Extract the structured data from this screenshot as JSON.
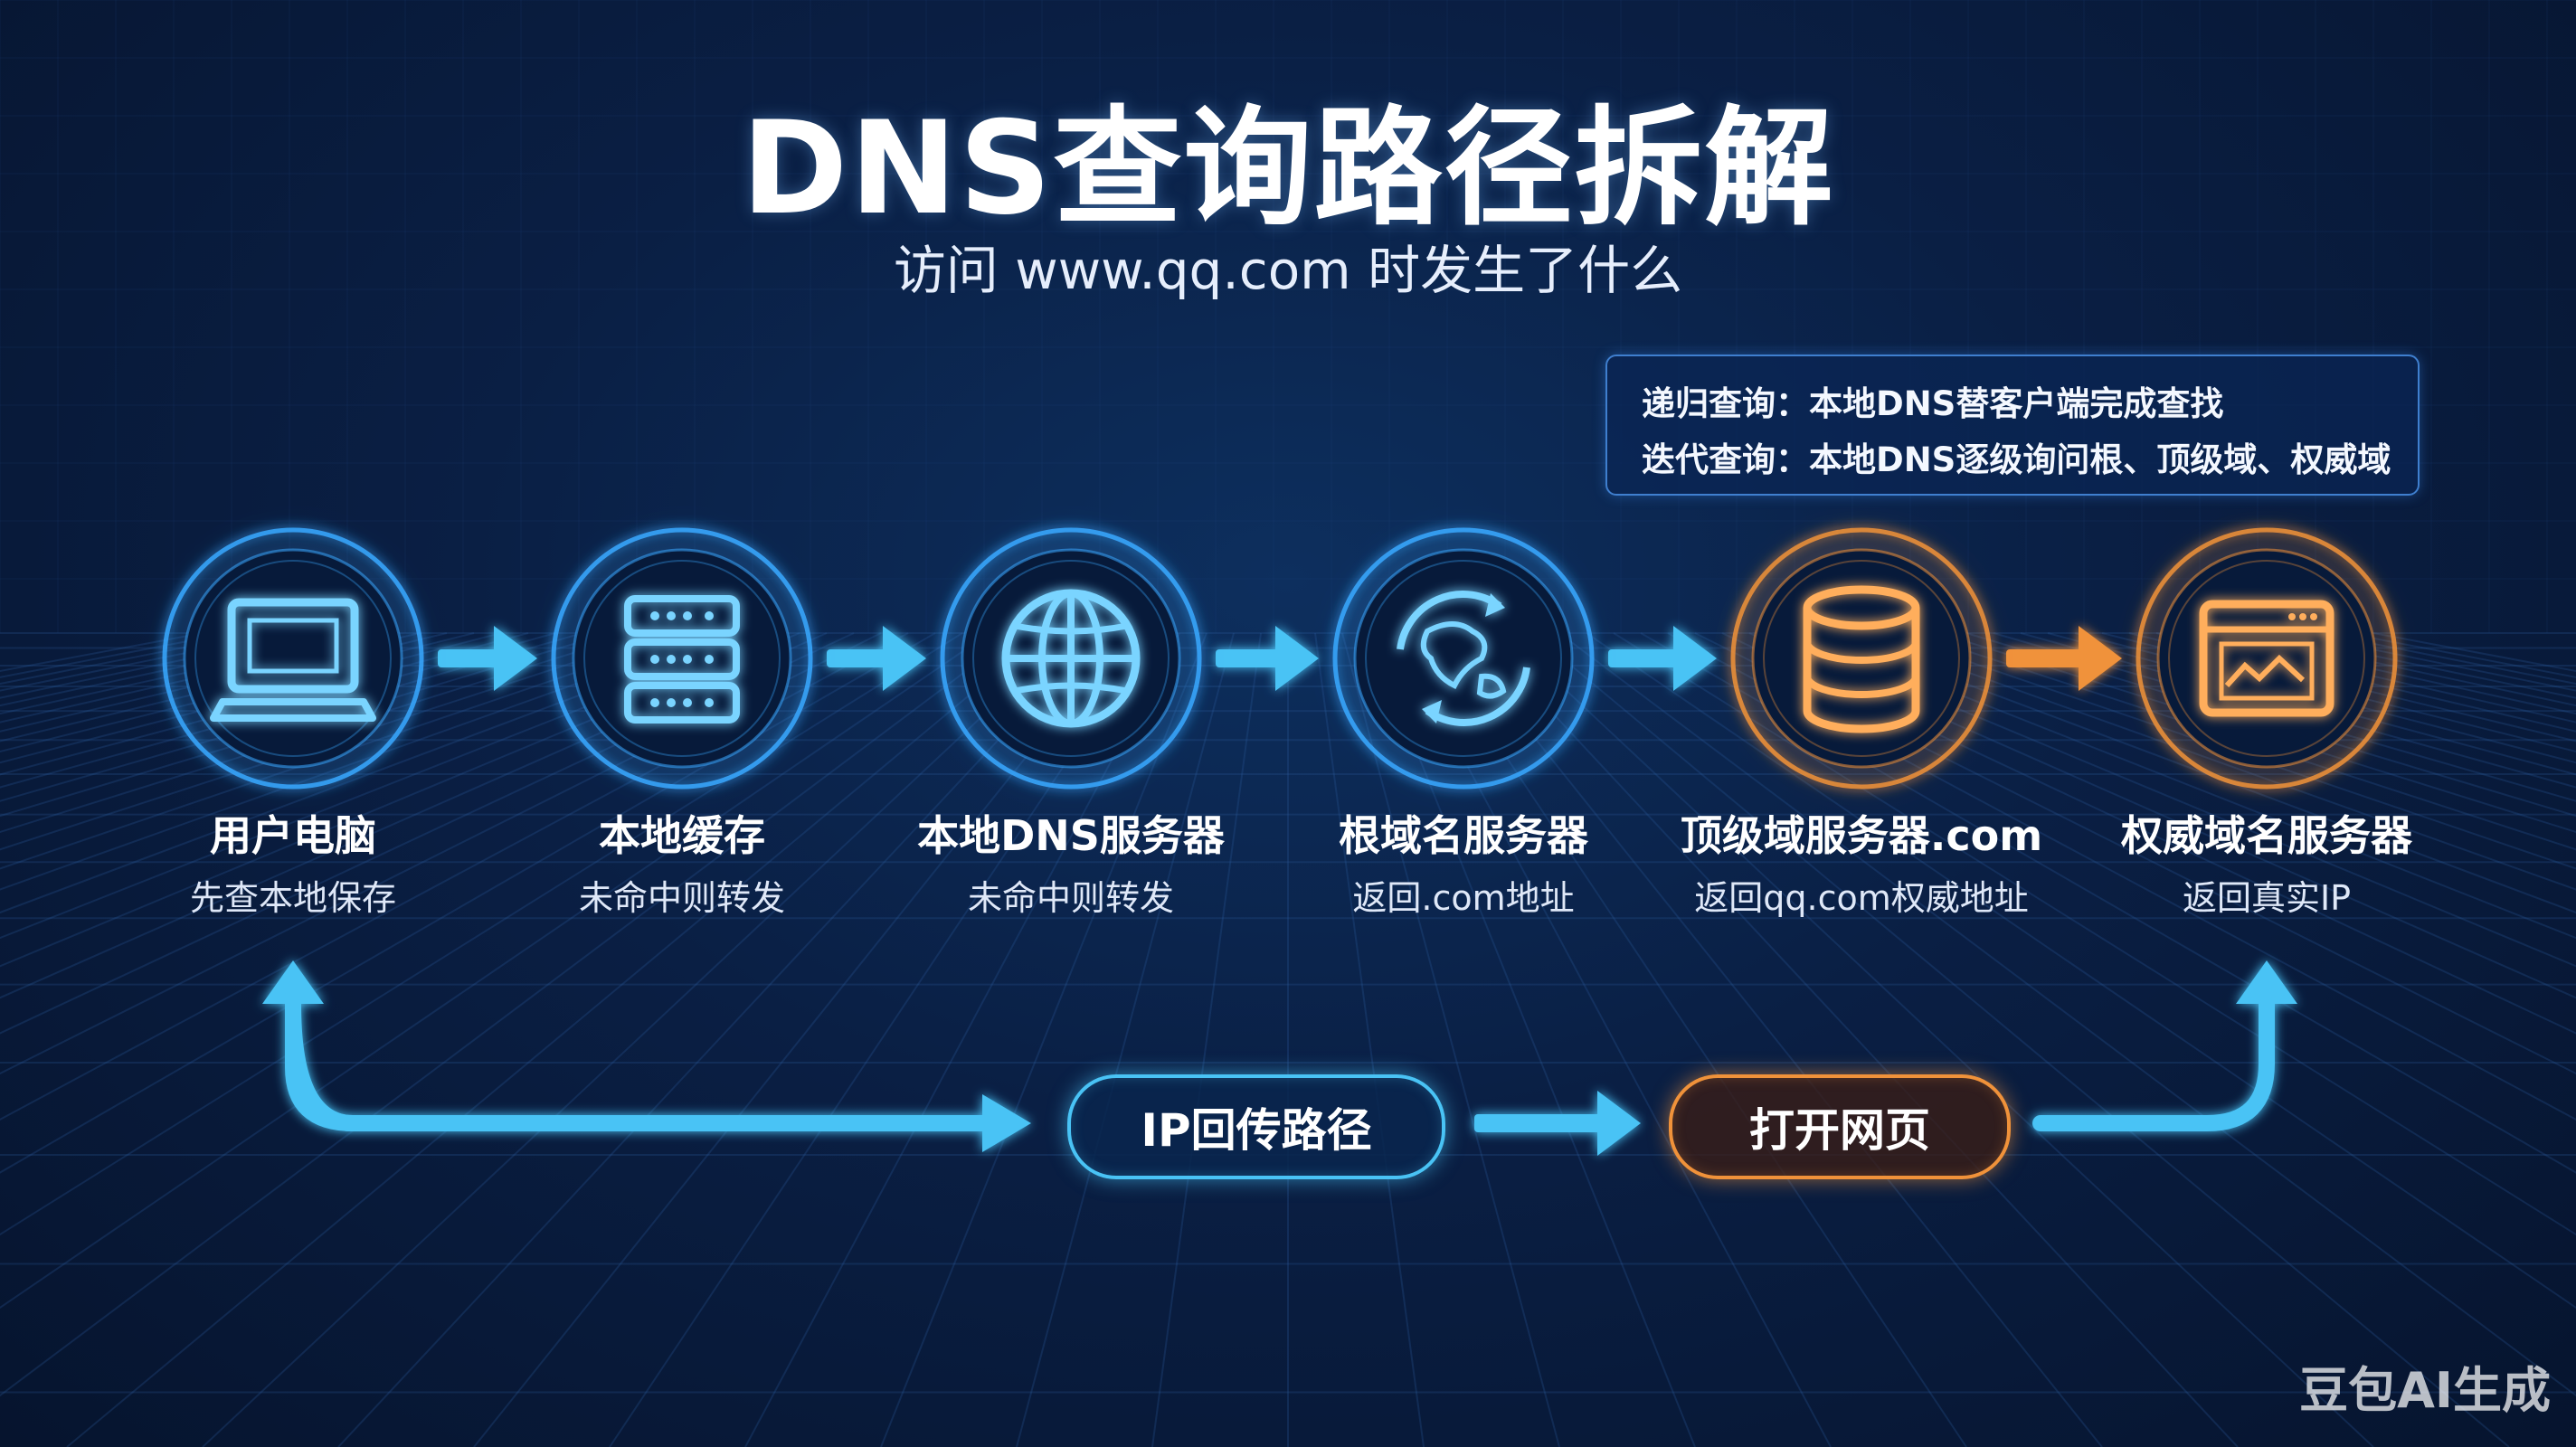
{
  "title": "DNS查询路径拆解",
  "subtitle": "访问 www.qq.com 时发生了什么",
  "note": {
    "line1": "递归查询：本地DNS替客户端完成查找",
    "line2": "迭代查询：本地DNS逐级询问根、顶级域、权威域"
  },
  "nodes": [
    {
      "label": "用户电脑",
      "sub": "先查本地保存",
      "icon": "computer-icon",
      "accent": "#3aa8ff"
    },
    {
      "label": "本地缓存",
      "sub": "未命中则转发",
      "icon": "server-rack-icon",
      "accent": "#3aa8ff"
    },
    {
      "label": "本地DNS服务器",
      "sub": "未命中则转发",
      "icon": "globe-icon",
      "accent": "#3aa8ff"
    },
    {
      "label": "根域名服务器",
      "sub": "返回.com地址",
      "icon": "earth-cycle-icon",
      "accent": "#3aa8ff"
    },
    {
      "label": "顶级域服务器.com",
      "sub": "返回qq.com权威地址",
      "icon": "database-icon",
      "accent": "#f0923a"
    },
    {
      "label": "权威域名服务器",
      "sub": "返回真实IP",
      "icon": "browser-chart-icon",
      "accent": "#f0923a"
    }
  ],
  "return_path": {
    "ip_label": "IP回传路径",
    "open_label": "打开网页"
  },
  "colors": {
    "blue_glow": "#49c3f5",
    "orange_glow": "#f0923a"
  },
  "watermark": "豆包AI生成"
}
